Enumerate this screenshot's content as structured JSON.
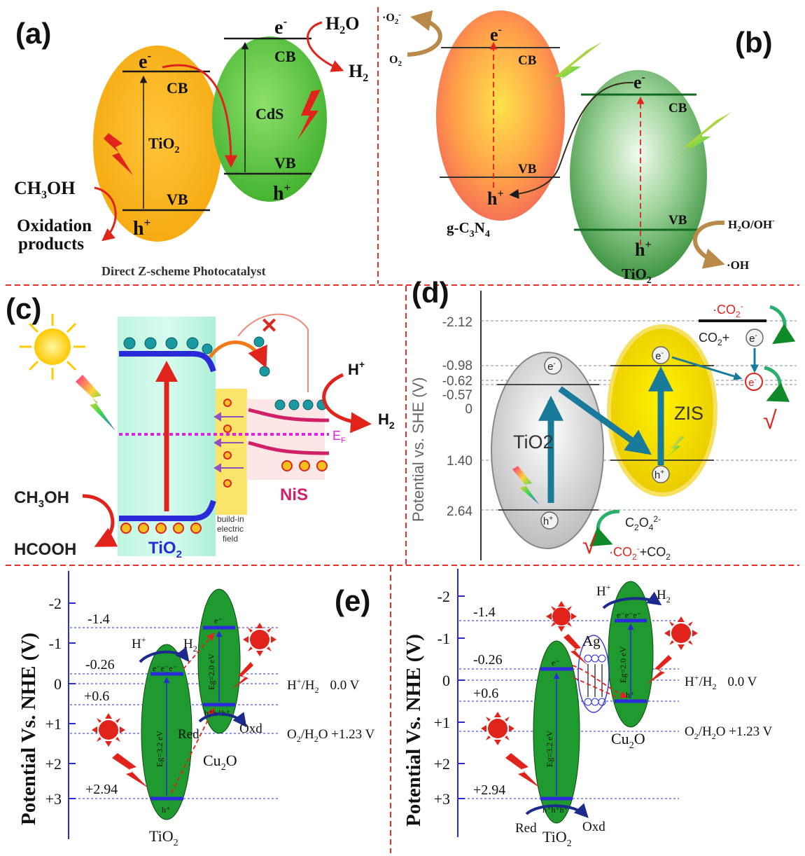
{
  "colors": {
    "divider": "#e8302a",
    "band": "#1a1a1a",
    "arrow_red": "#e0241c",
    "arrow_brown": "#b98a4a",
    "navy": "#1b2a8c",
    "blue_band": "#2a2ad8",
    "teal_arrow": "#1a7a9a",
    "green_dark": "#0f8a2a",
    "orange": "#f7b21a",
    "green_light": "#5ec73a",
    "yellow": "#f2e01a",
    "pink": "#e020e0"
  },
  "panel_a": {
    "label": "(a)",
    "tio2": "TiO",
    "tio2_sub": "2",
    "cds": "CdS",
    "cb_left": "CB",
    "vb_left": "VB",
    "cb_right": "CB",
    "vb_right": "VB",
    "e_left": "e",
    "e_right": "e",
    "h_left": "h",
    "h_right": "h",
    "h2o": "H",
    "h2o_sub": "2",
    "h2o_tail": "O",
    "h2": "H",
    "h2_sub": "2",
    "ch3oh": "CH",
    "ch3oh_sub": "3",
    "ch3oh_tail": "OH",
    "oxidation": "Oxidation",
    "products": "products",
    "caption": "Direct Z-scheme Photocatalyst"
  },
  "panel_b": {
    "label": "(b)",
    "o2_radical": "·O",
    "o2_radical_sub": "2",
    "o2_radical_sup": "-",
    "o2": "O",
    "o2_sub": "2",
    "cb_left": "CB",
    "vb_left": "VB",
    "cb_right": "CB",
    "vb_right": "VB",
    "e": "e",
    "h": "h",
    "gcn": "g-C",
    "gcn_sub3": "3",
    "gcn_n": "N",
    "gcn_sub4": "4",
    "tio2": "TiO",
    "tio2_sub": "2",
    "h2o_oh": "H",
    "h2o_oh_sub": "2",
    "h2o_oh_tail": "O/OH",
    "h2o_oh_sup": "-",
    "oh_radical": "·OH"
  },
  "panel_c": {
    "label": "(c)",
    "h_plus": "H",
    "h_plus_sup": "+",
    "h2": "H",
    "h2_sub": "2",
    "ef": "E",
    "ef_sub": "F",
    "ch3oh": "CH",
    "ch3oh_sub": "3",
    "ch3oh_tail": "OH",
    "hcooh": "HCOOH",
    "tio2": "TiO",
    "tio2_sub": "2",
    "nis": "NiS",
    "field1": "build-in",
    "field2": "electric",
    "field3": "field",
    "cross": "✕"
  },
  "panel_d": {
    "label": "(d)",
    "axis_label": "Potential  vs.  SHE (V)",
    "ticks": [
      "-2.12",
      "-0.98",
      "-0.62",
      "-0.57",
      "0",
      "1.40",
      "2.64"
    ],
    "tio2": "TiO2",
    "zis": "ZIS",
    "co2_radical": "·CO",
    "co2_radical_sub": "2",
    "co2_radical_sup": "-",
    "co2_plus": "CO",
    "co2_plus_sub": "2",
    "co2_plus_tail": "+",
    "c2o4": "C",
    "c2o4_sub": "2",
    "c2o4_mid": "O",
    "c2o4_sub2": "4",
    "c2o4_sup": "2-",
    "bottom_product": "·CO",
    "bottom_product_sub": "2",
    "bottom_product_sup": "-",
    "bottom_product_tail": "+CO",
    "bottom_product_sub2": "2",
    "e": "e",
    "h": "h",
    "check": "√"
  },
  "panel_e_left": {
    "label": "(e)",
    "axis_label": "Potential Vs. NHE (V)",
    "ticks": [
      "-2",
      "-1",
      "0",
      "+1",
      "+2",
      "+3"
    ],
    "levels": [
      "-1.4",
      "-0.26",
      "+0.6",
      "+2.94"
    ],
    "h_plus_h2": "H",
    "h_plus_h2_sup": "+",
    "h_plus_h2_tail": "/H",
    "h_plus_h2_sub": "2",
    "h_plus_h2_val": "0.0 V",
    "o2_h2o": "O",
    "o2_h2o_sub": "2",
    "o2_h2o_tail": "/H",
    "o2_h2o_sub2": "2",
    "o2_h2o_val": "O +1.23 V",
    "tio2": "TiO",
    "tio2_sub": "2",
    "cu2o": "Cu",
    "cu2o_sub": "2",
    "cu2o_tail": "O",
    "eg_tio2": "Eg=3.2 eV",
    "eg_cu2o": "Eg=2.0 eV",
    "h_plus": "H",
    "h_plus_sup": "+",
    "h2": "H",
    "h2_sub": "2",
    "red": "Red",
    "oxd": "Oxd",
    "eee": "e⁻e⁻e⁻",
    "e_one": "e⁻",
    "hhh": "h⁺h⁺h⁺",
    "h_one": "h⁺"
  },
  "panel_e_right": {
    "axis_label": "Potential Vs. NHE (V)",
    "ticks": [
      "-2",
      "-1",
      "0",
      "+1",
      "+2",
      "+3"
    ],
    "levels": [
      "-1.4",
      "-0.26",
      "+0.6",
      "+2.94"
    ],
    "h_plus_h2": "H",
    "h_plus_h2_sup": "+",
    "h_plus_h2_tail": "/H",
    "h_plus_h2_sub": "2",
    "h_plus_h2_val": "0.0 V",
    "o2_h2o": "O",
    "o2_h2o_sub": "2",
    "o2_h2o_tail": "/H",
    "o2_h2o_sub2": "2",
    "o2_h2o_val": "O +1.23 V",
    "tio2": "TiO",
    "tio2_sub": "2",
    "cu2o": "Cu",
    "cu2o_sub": "2",
    "cu2o_tail": "O",
    "ag": "Ag",
    "eg_tio2": "Eg=3.2 eV",
    "eg_cu2o": "Eg=2.0 eV",
    "h_plus": "H",
    "h_plus_sup": "+",
    "h2": "H",
    "h2_sub": "2",
    "red": "Red",
    "oxd": "Oxd",
    "eee": "e⁻e⁻e⁻",
    "e_one": "e⁻",
    "hhh": "h⁺h⁺h⁺",
    "h_one": "h⁺"
  }
}
